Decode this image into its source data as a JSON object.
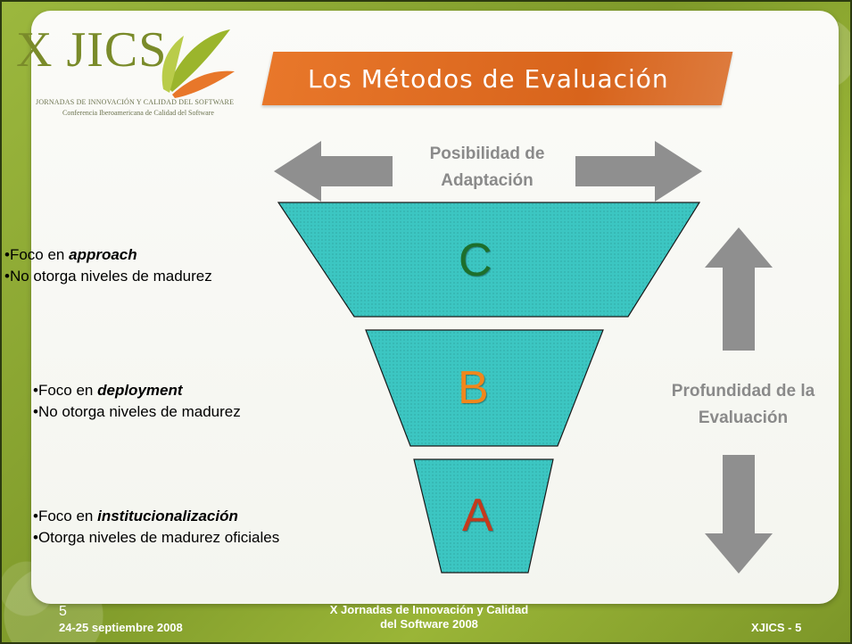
{
  "header": {
    "logo": "X JICS",
    "logo_line1": "JORNADAS DE INNOVACIÓN Y CALIDAD DEL SOFTWARE",
    "logo_line2": "Conferencia Iberoamericana de Calidad del Software",
    "title": "Los Métodos de Evaluación"
  },
  "diagram": {
    "horizontal_label_1": "Posibilidad de",
    "horizontal_label_2": "Adaptación",
    "vertical_label_1": "Profundidad de la",
    "vertical_label_2": "Evaluación",
    "levels": [
      {
        "letter": "C",
        "color": "#1d6f2c"
      },
      {
        "letter": "B",
        "color": "#f0871c"
      },
      {
        "letter": "A",
        "color": "#c43a1c"
      }
    ],
    "fill_color": "#3cc6c2"
  },
  "notes": {
    "c": {
      "prefix": "•Foco en ",
      "emph": "approach",
      "line2": "•No otorga niveles de madurez"
    },
    "b": {
      "prefix": "•Foco en ",
      "emph": "deployment",
      "line2": "•No otorga niveles de madurez"
    },
    "a": {
      "prefix": "•Foco en ",
      "emph": "institucionalización",
      "line2": "•Otorga niveles de madurez oficiales"
    }
  },
  "footer": {
    "slide_number": "5",
    "date": "24-25 septiembre 2008",
    "event_1": "X Jornadas de Innovación y Calidad",
    "event_2": "del Software 2008",
    "page": "XJICS - 5"
  }
}
